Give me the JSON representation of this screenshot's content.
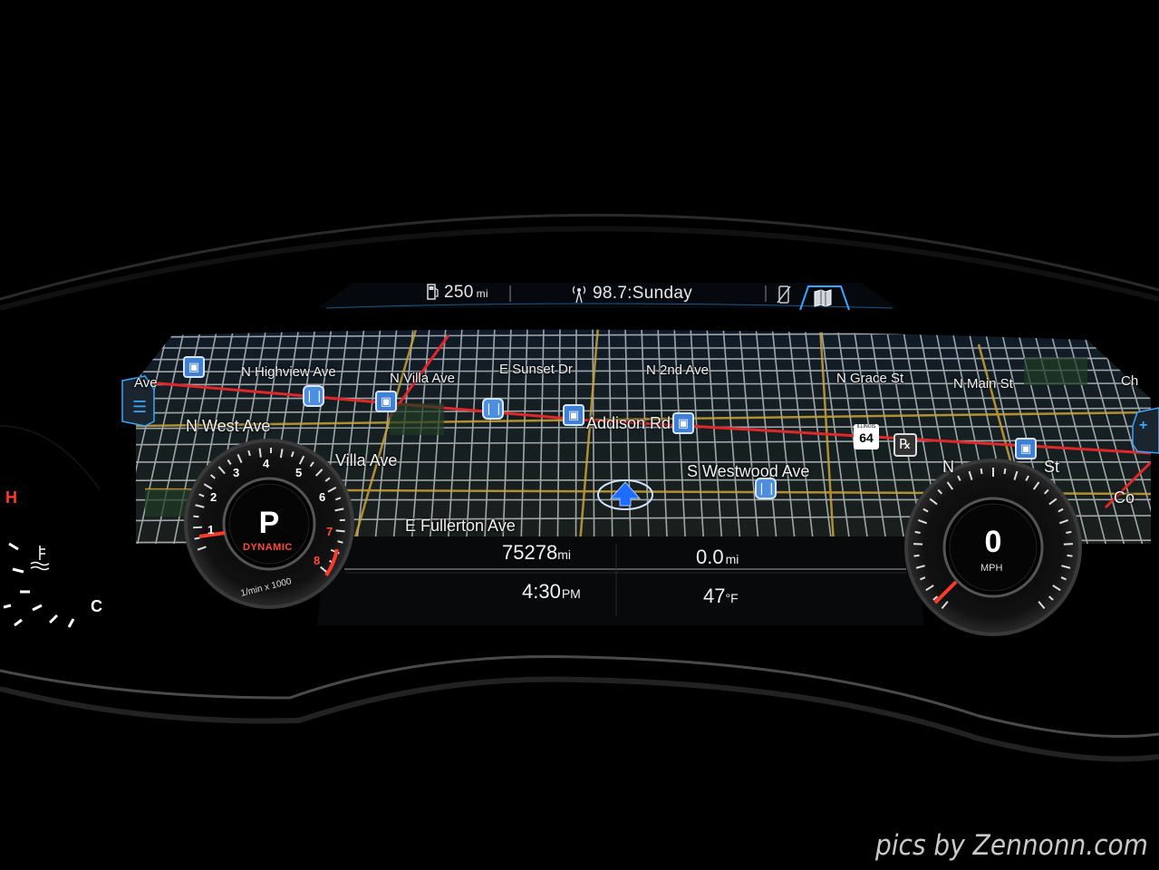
{
  "topbar": {
    "range_value": "250",
    "range_unit": "mi",
    "radio_station": "98.7:Sunday",
    "phone_icon": "phone-muted-icon",
    "map_icon": "map-book-icon"
  },
  "map": {
    "streets": {
      "ave_left": "Ave",
      "n_highview_ave": "N Highview Ave",
      "n_villa_ave": "N Villa Ave",
      "e_sunset_dr": "E Sunset Dr",
      "n_2nd_ave": "N 2nd Ave",
      "n_grace_st": "N Grace St",
      "n_main_st": "N Main St",
      "ch_right": "Ch",
      "n_west_ave": "N West Ave",
      "addison_rd": "Addison Rd",
      "villa_ave": "Villa Ave",
      "s_westwood_ave": "S Westwood Ave",
      "n_st": "N",
      "st_suffix": "St",
      "co_right": "Co",
      "e_fullerton_ave": "E Fullerton Ave"
    },
    "route_shield": "64",
    "route_shield_label": "ILLINOIS",
    "poi_pharmacy": "℞"
  },
  "trip": {
    "odometer_value": "75278",
    "odometer_unit": "mi",
    "trip_value": "0.0",
    "trip_unit": "mi",
    "clock_value": "4:30",
    "clock_unit": "PM",
    "temp_value": "47",
    "temp_unit": "°F"
  },
  "tach": {
    "gear": "P",
    "mode": "DYNAMIC",
    "unit": "1/min x 1000",
    "ticks": [
      "1",
      "2",
      "3",
      "4",
      "5",
      "6",
      "7",
      "8"
    ]
  },
  "speedo": {
    "speed": "0",
    "unit": "MPH"
  },
  "left_gauge": {
    "hot": "H",
    "cold": "C"
  },
  "watermark": "pics by Zennonn.com",
  "colors": {
    "accent_blue": "#3aa6ff",
    "redline": "#ff3a2a",
    "route_red": "#e0282a"
  }
}
